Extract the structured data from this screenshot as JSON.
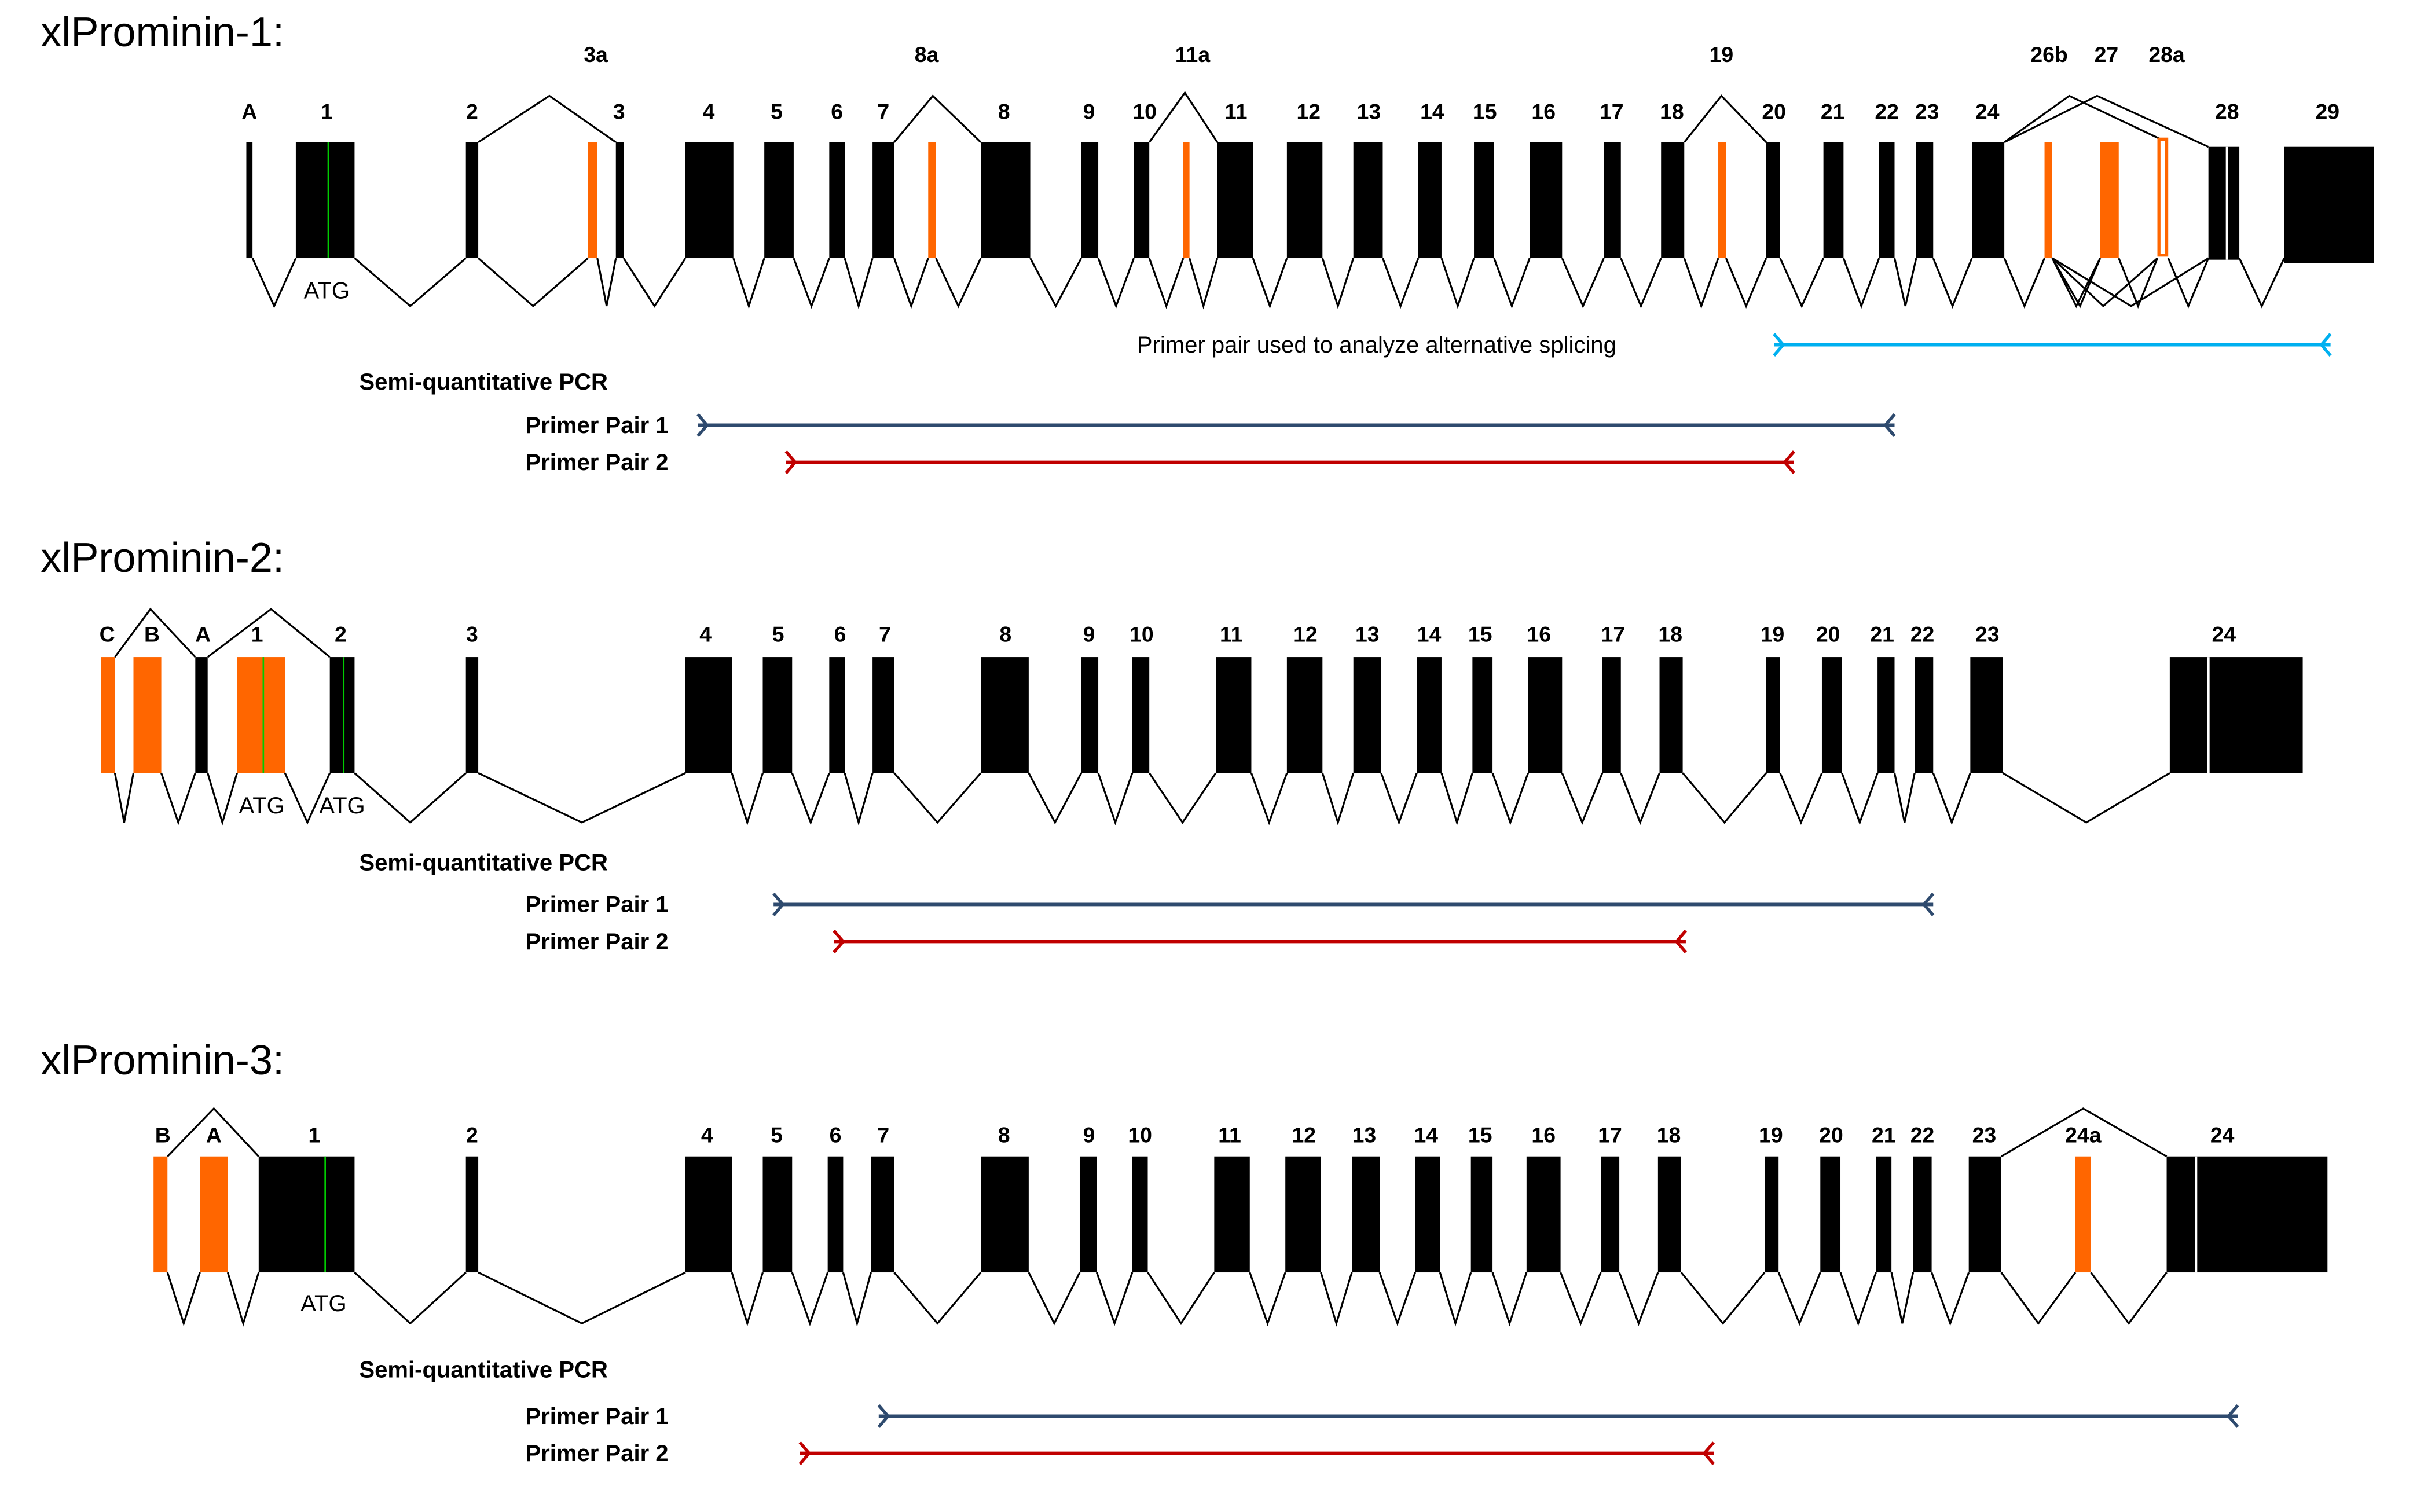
{
  "colors": {
    "constitutive_exon": "#000000",
    "alternative_exon": "#ff6600",
    "atg_marker": "#00cc00",
    "primer_pair_1": "#2e4a6e",
    "primer_pair_2": "#c00000",
    "splicing_primer": "#00b0f0"
  },
  "panels": [
    {
      "title": "xlProminin-1:",
      "exon_labels": [
        "A",
        "1",
        "2",
        "3a",
        "3",
        "4",
        "5",
        "6",
        "7",
        "8a",
        "8",
        "9",
        "10",
        "11a",
        "11",
        "12",
        "13",
        "14",
        "15",
        "16",
        "17",
        "18",
        "19",
        "20",
        "21",
        "22",
        "23",
        "24",
        "26b",
        "27",
        "28a",
        "28",
        "29"
      ],
      "atg_labels": [
        "ATG"
      ],
      "splicing_note": "Primer pair used to analyze alternative splicing",
      "pcr_heading": "Semi-quantitative PCR",
      "primer_pair_1": "Primer Pair 1",
      "primer_pair_2": "Primer Pair 2"
    },
    {
      "title": "xlProminin-2:",
      "exon_labels": [
        "C",
        "B",
        "A",
        "1",
        "2",
        "3",
        "4",
        "5",
        "6",
        "7",
        "8",
        "9",
        "10",
        "11",
        "12",
        "13",
        "14",
        "15",
        "16",
        "17",
        "18",
        "19",
        "20",
        "21",
        "22",
        "23",
        "24"
      ],
      "atg_labels": [
        "ATG",
        "ATG"
      ],
      "pcr_heading": "Semi-quantitative PCR",
      "primer_pair_1": "Primer Pair 1",
      "primer_pair_2": "Primer Pair 2"
    },
    {
      "title": "xlProminin-3:",
      "exon_labels": [
        "B",
        "A",
        "1",
        "2",
        "4",
        "5",
        "6",
        "7",
        "8",
        "9",
        "10",
        "11",
        "12",
        "13",
        "14",
        "15",
        "16",
        "17",
        "18",
        "19",
        "20",
        "21",
        "22",
        "23",
        "24a",
        "24"
      ],
      "atg_labels": [
        "ATG"
      ],
      "pcr_heading": "Semi-quantitative PCR",
      "primer_pair_1": "Primer Pair 1",
      "primer_pair_2": "Primer Pair 2"
    }
  ]
}
